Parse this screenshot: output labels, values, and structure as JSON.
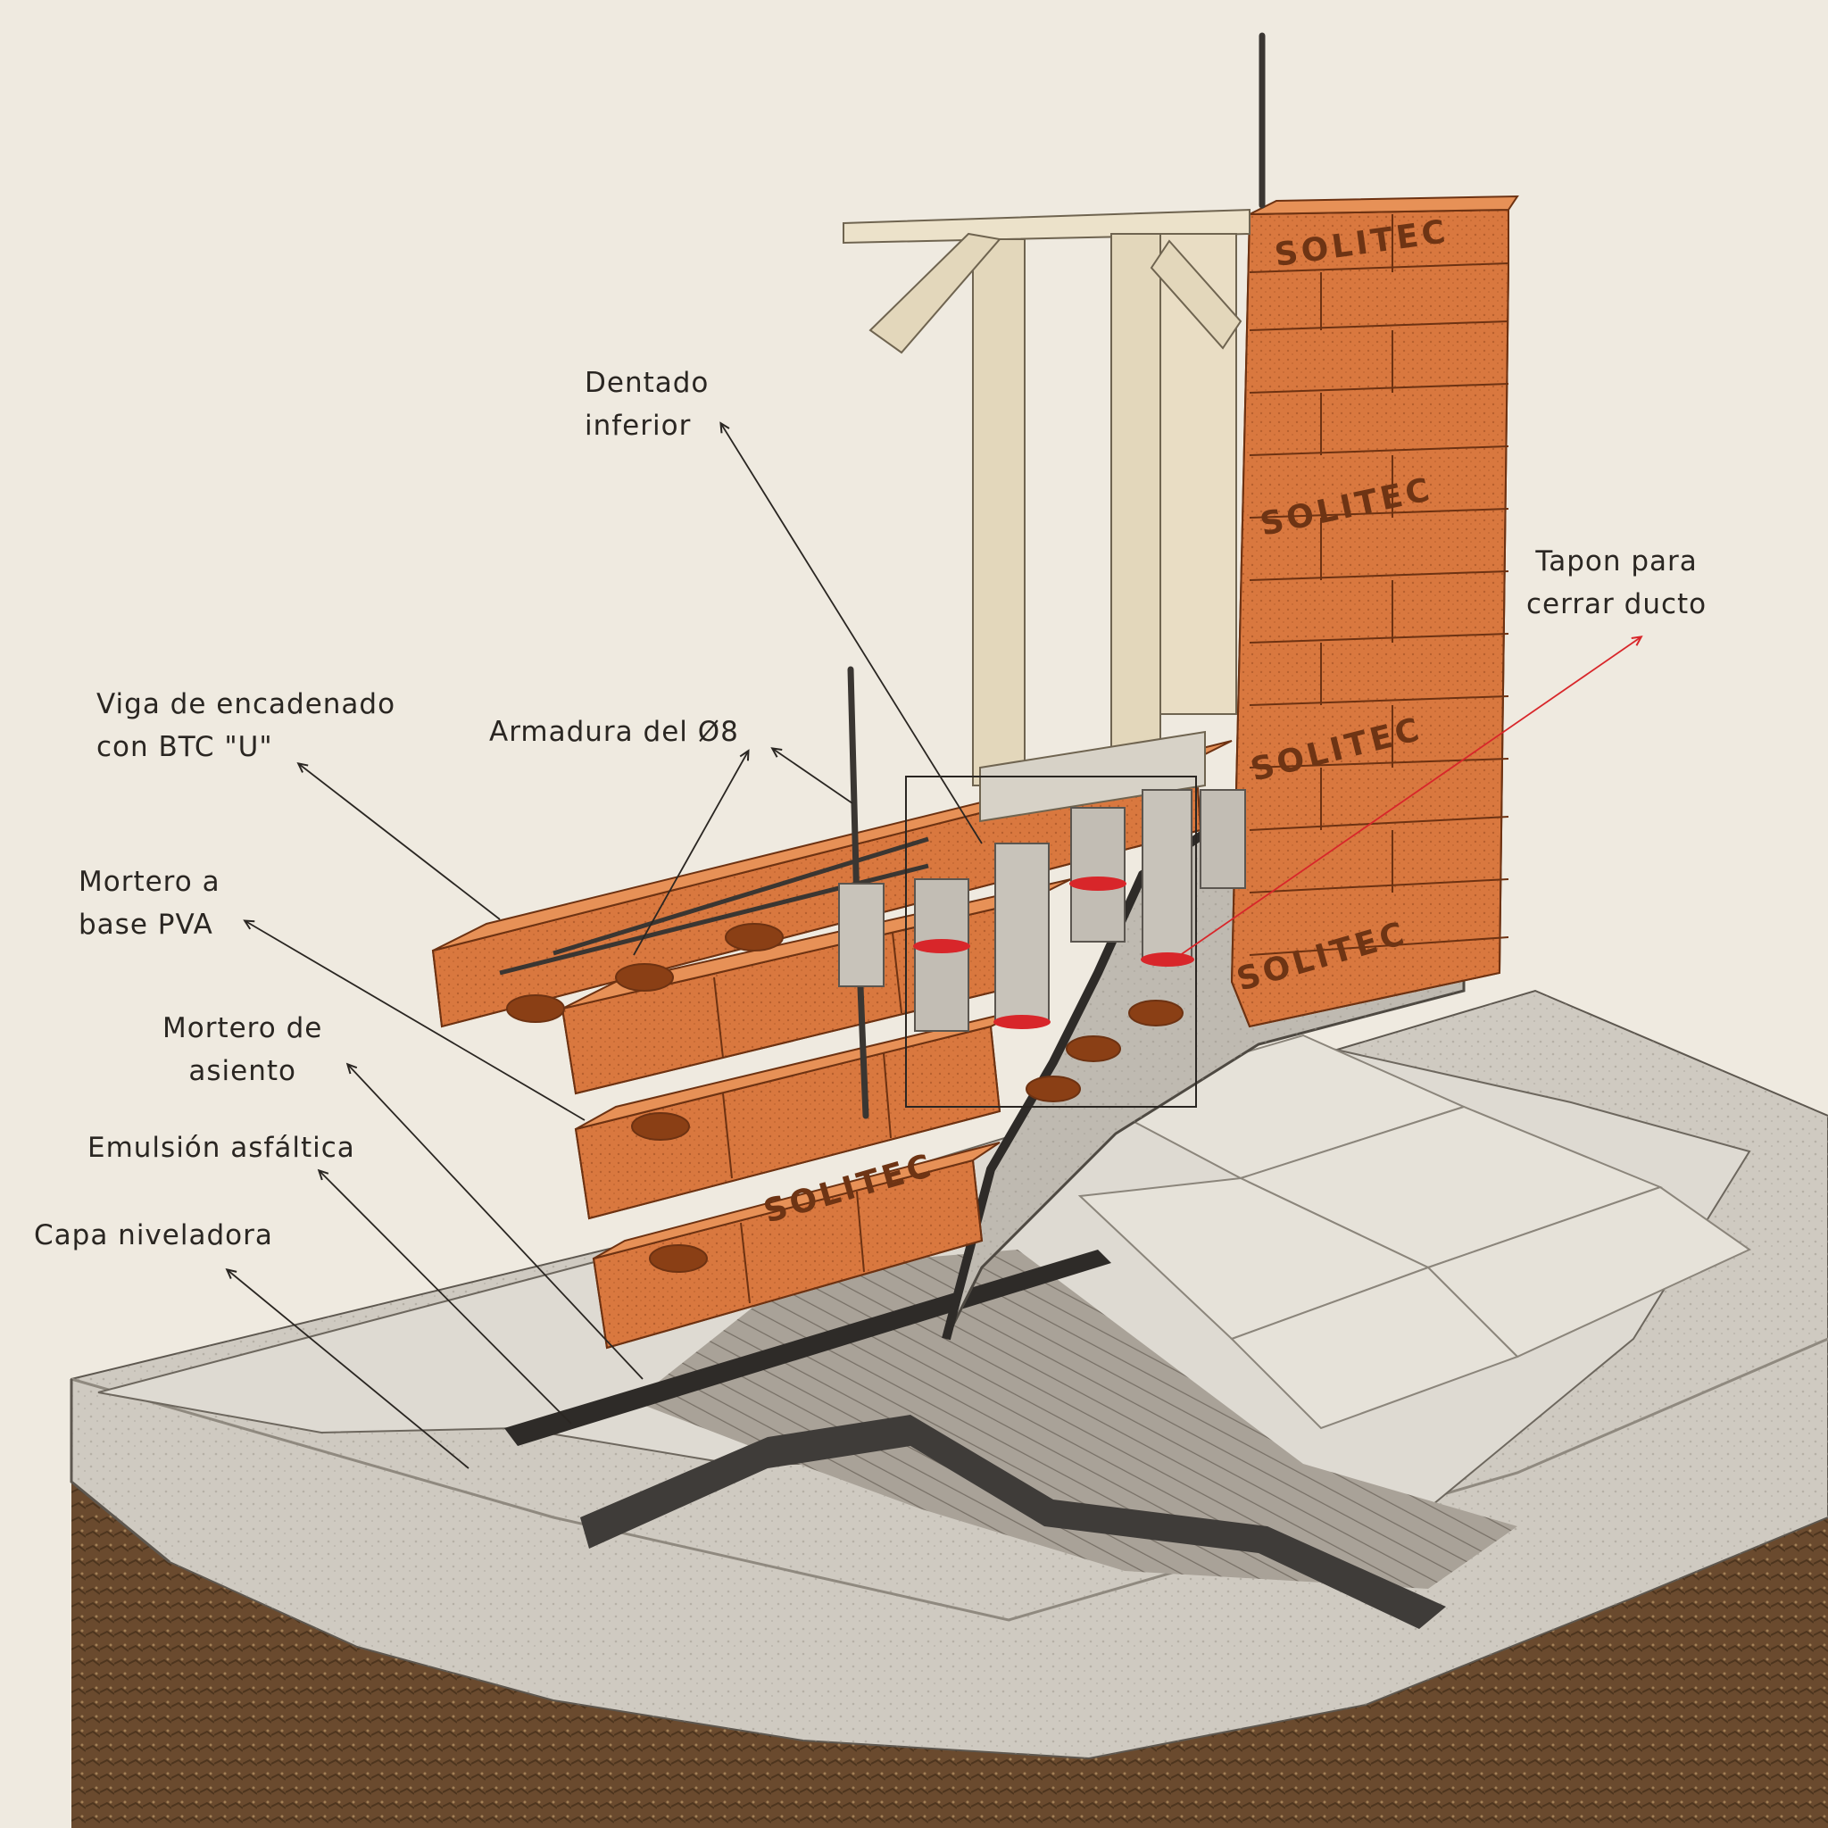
{
  "labels": {
    "dentado": [
      "Dentado",
      "inferior"
    ],
    "tapon": [
      "Tapon para",
      "cerrar ducto"
    ],
    "viga": [
      "Viga de encadenado",
      "con BTC \"U\""
    ],
    "armadura": [
      "Armadura del Ø8"
    ],
    "mortero_pva": [
      "Mortero a",
      "base PVA"
    ],
    "mortero_asiento": [
      "Mortero de",
      "asiento"
    ],
    "emulsion": [
      "Emulsión asfáltica"
    ],
    "capa": [
      "Capa niveladora"
    ]
  },
  "brand": "SOLITEC",
  "colors": {
    "background": "#efeae0",
    "brick": "#d9783f",
    "brick_dark": "#b25a2a",
    "concrete": "#d3cfc7",
    "timber": "#e7dcc4",
    "soil": "#6a4a2e",
    "leader_line": "#2a2622",
    "highlight_line": "#d8262a"
  }
}
